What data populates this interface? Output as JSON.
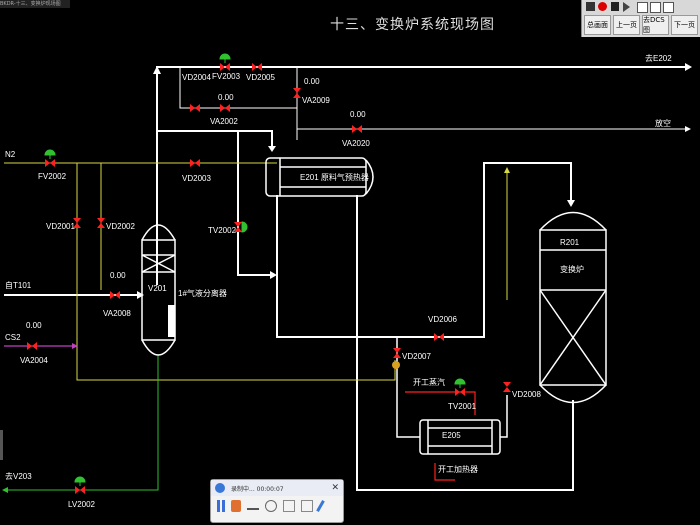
{
  "window": {
    "title": "BKDR-十三、变换炉现场图"
  },
  "page_title": "十三、变换炉系统现场图",
  "toolbar": {
    "buttons": [
      {
        "label": "总画面"
      },
      {
        "label": "上一页"
      },
      {
        "label": "去DCS图"
      },
      {
        "label": "下一页"
      }
    ]
  },
  "streams": {
    "to_e202": "去E202",
    "vent": "放空",
    "n2": "N2",
    "from_t101": "自T101",
    "cs2": "CS2",
    "to_v203": "去V203",
    "startup_steam": "开工蒸汽",
    "startup_heater": "开工加热器"
  },
  "valves": {
    "vd2004": "VD2004",
    "fv2003": "FV2003",
    "vd2005": "VD2005",
    "va2002": "VA2002",
    "va2002_value": "0.00",
    "va2009": "VA2009",
    "va2009_value": "0.00",
    "va2020": "VA2020",
    "va2020_value": "0.00",
    "fv2002": "FV2002",
    "vd2003": "VD2003",
    "vd2001": "VD2001",
    "vd2002": "VD2002",
    "tv2002": "TV2002",
    "va2008": "VA2008",
    "va2008_value": "0.00",
    "va2004": "VA2004",
    "va2004_value": "0.00",
    "lv2002": "LV2002",
    "vd2006": "VD2006",
    "vd2007": "VD2007",
    "tv2001": "TV2001",
    "vd2008": "VD2008"
  },
  "equipment": {
    "e201": "E201 原料气预热器",
    "v201": "V201",
    "v201_desc": "1#气液分离器",
    "r201": "R201",
    "r201_desc": "变换炉",
    "e205": "E205"
  },
  "recorder": {
    "status": "录制中... 00:00:07"
  },
  "colors": {
    "valve": "#ff2020",
    "actuator": "#20c020",
    "pipe": "#ffffff",
    "signal": "#e0e040",
    "cs2_line": "#c040c0",
    "steam_line": "#ff2020"
  }
}
